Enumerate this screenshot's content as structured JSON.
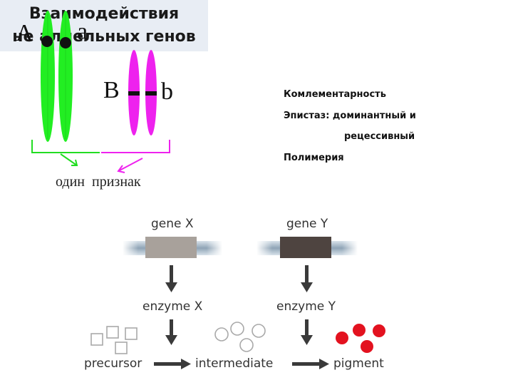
{
  "title": {
    "line1": "Взаимодействия",
    "line2": "не аллельных генов"
  },
  "list": [
    "Комлементарность",
    "Эпистаз: доминантный и",
    "рецессивный",
    "Полимерия"
  ],
  "chromosome_labels": {
    "allele_A": "A",
    "allele_a": "a",
    "allele_B": "B",
    "allele_b": "b",
    "phrase": "один  признак"
  },
  "colors": {
    "chromosome_A": "#22ee22",
    "chromosome_B": "#ee22ee",
    "gene_x": "#a8a19b",
    "gene_y": "#4e4440",
    "precursor": "#a9a9a9",
    "intermediate": "#a9a9a9",
    "pigment": "#e3121f"
  },
  "pathway": {
    "gene_x_label": "gene X",
    "gene_y_label": "gene Y",
    "enzyme_x_label": "enzyme X",
    "enzyme_y_label": "enzyme Y",
    "precursor_label": "precursor",
    "intermediate_label": "intermediate",
    "pigment_label": "pigment"
  }
}
